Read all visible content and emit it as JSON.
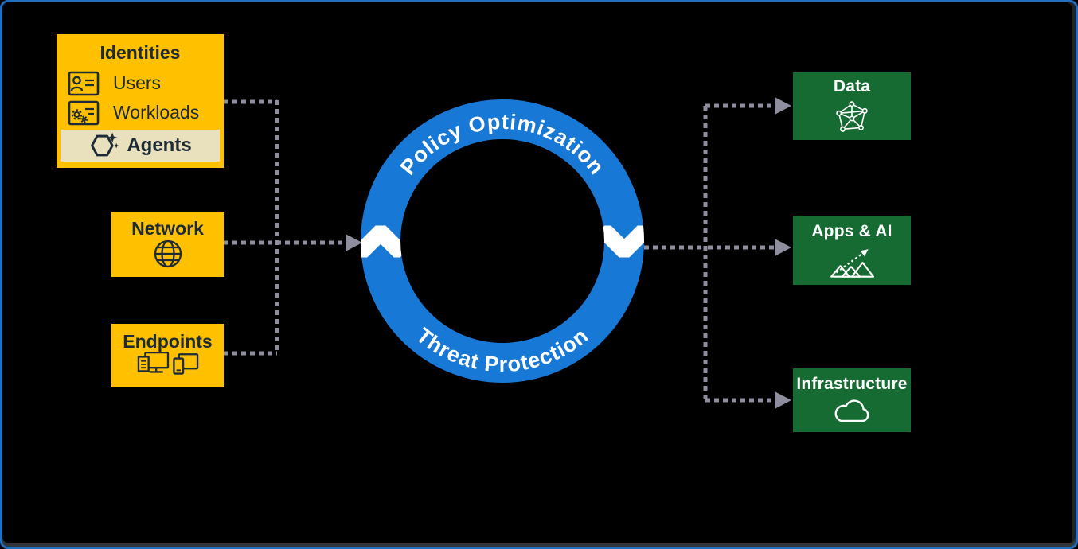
{
  "left": {
    "identities": {
      "title": "Identities",
      "items": [
        {
          "label": "Users",
          "icon": "contact-card-person-icon"
        },
        {
          "label": "Workloads",
          "icon": "workload-card-gears-icon"
        },
        {
          "label": "Agents",
          "icon": "agent-hexagon-sparkle-icon",
          "highlighted": true
        }
      ]
    },
    "network": {
      "label": "Network",
      "icon": "globe-icon"
    },
    "endpoints": {
      "label": "Endpoints",
      "icon": "devices-icon"
    }
  },
  "center": {
    "top_label": "Policy Optimization",
    "bottom_label": "Threat Protection",
    "flow": "clockwise"
  },
  "right": {
    "boxes": [
      {
        "label": "Data",
        "icon": "data-network-graph-icon"
      },
      {
        "label": "Apps & AI",
        "icon": "mountains-trend-arrow-icon"
      },
      {
        "label": "Infrastructure",
        "icon": "cloud-icon"
      }
    ]
  },
  "colors": {
    "canvas_background": "#000000",
    "canvas_border": "#2170BF",
    "source_box": "#FFC000",
    "source_text": "#1D2B36",
    "agents_highlight": "#E9E0BD",
    "target_box": "#166B33",
    "target_text": "#FFFFFF",
    "ring": "#1878D6",
    "connector": "#8E8E9E"
  }
}
